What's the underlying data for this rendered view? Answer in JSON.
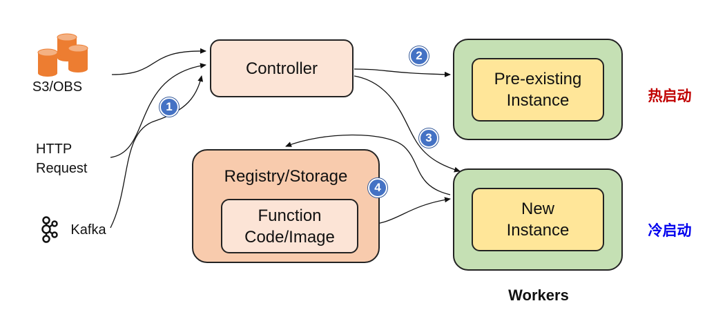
{
  "sources": {
    "s3": "S3/OBS",
    "http": [
      "HTTP",
      "Request"
    ],
    "kafka": "Kafka"
  },
  "controller": "Controller",
  "registry": {
    "title": "Registry/Storage",
    "function": [
      "Function",
      "Code/Image"
    ]
  },
  "workers": {
    "hot_instance": [
      "Pre-existing",
      "Instance"
    ],
    "cold_instance": [
      "New",
      "Instance"
    ],
    "label": "Workers"
  },
  "labels": {
    "hot_start": "热启动",
    "cold_start": "冷启动"
  },
  "steps": [
    "1",
    "2",
    "3",
    "4"
  ],
  "colors": {
    "controller_fill": "#fce4d6",
    "registry_fill": "#f8cbad",
    "worker_fill": "#c5e0b4",
    "instance_fill": "#ffe699",
    "badge_fill": "#4472c4",
    "hot_label": "#c00000",
    "cold_label": "#0000ee",
    "s3_icon": "#ed7d31"
  }
}
